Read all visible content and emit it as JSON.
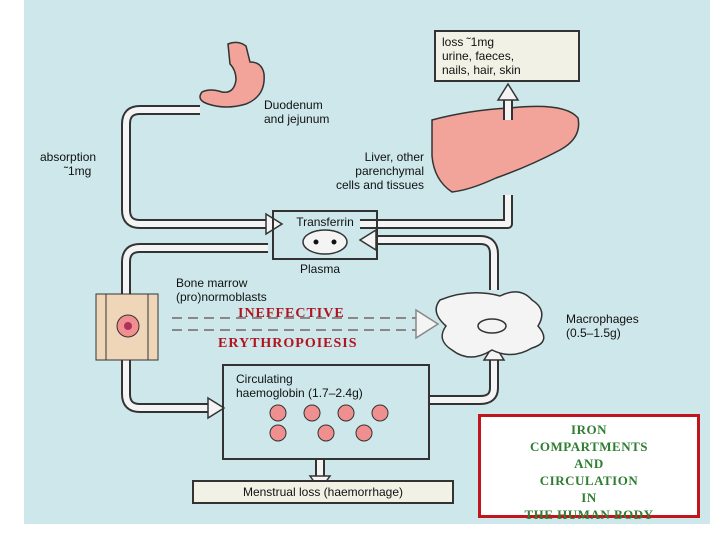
{
  "loss_box": {
    "lines": [
      "loss ˜1mg",
      "urine, faeces,",
      "nails, hair, skin"
    ]
  },
  "labels": {
    "duodenum": [
      "Duodenum",
      "and jejunum"
    ],
    "absorption": [
      "absorption",
      "˜1mg"
    ],
    "liver": [
      "Liver, other",
      "parenchymal",
      "cells and tissues"
    ],
    "transferrin": "Transferrin",
    "plasma": "Plasma",
    "bone_marrow": [
      "Bone marrow",
      "(pro)normoblasts"
    ],
    "macrophages": [
      "Macrophages",
      "(0.5–1.5g)"
    ],
    "ineffective": "INEFFECTIVE",
    "erythropoiesis": "ERYTHROPOIESIS",
    "circulating": [
      "Circulating",
      "haemoglobin (1.7–2.4g)"
    ],
    "menstrual": "Menstrual loss (haemorrhage)"
  },
  "title": {
    "lines": [
      "IRON",
      "COMPARTMENTS",
      "AND",
      "CIRCULATION",
      "IN",
      "THE HUMAN BODY"
    ]
  },
  "colors": {
    "background": "#cde7ea",
    "box_fill": "#f2f1e6",
    "organ": "#f2a39a",
    "cell": "#f08f8f",
    "red_text": "#b0141e",
    "title_text": "#2e7d32"
  }
}
